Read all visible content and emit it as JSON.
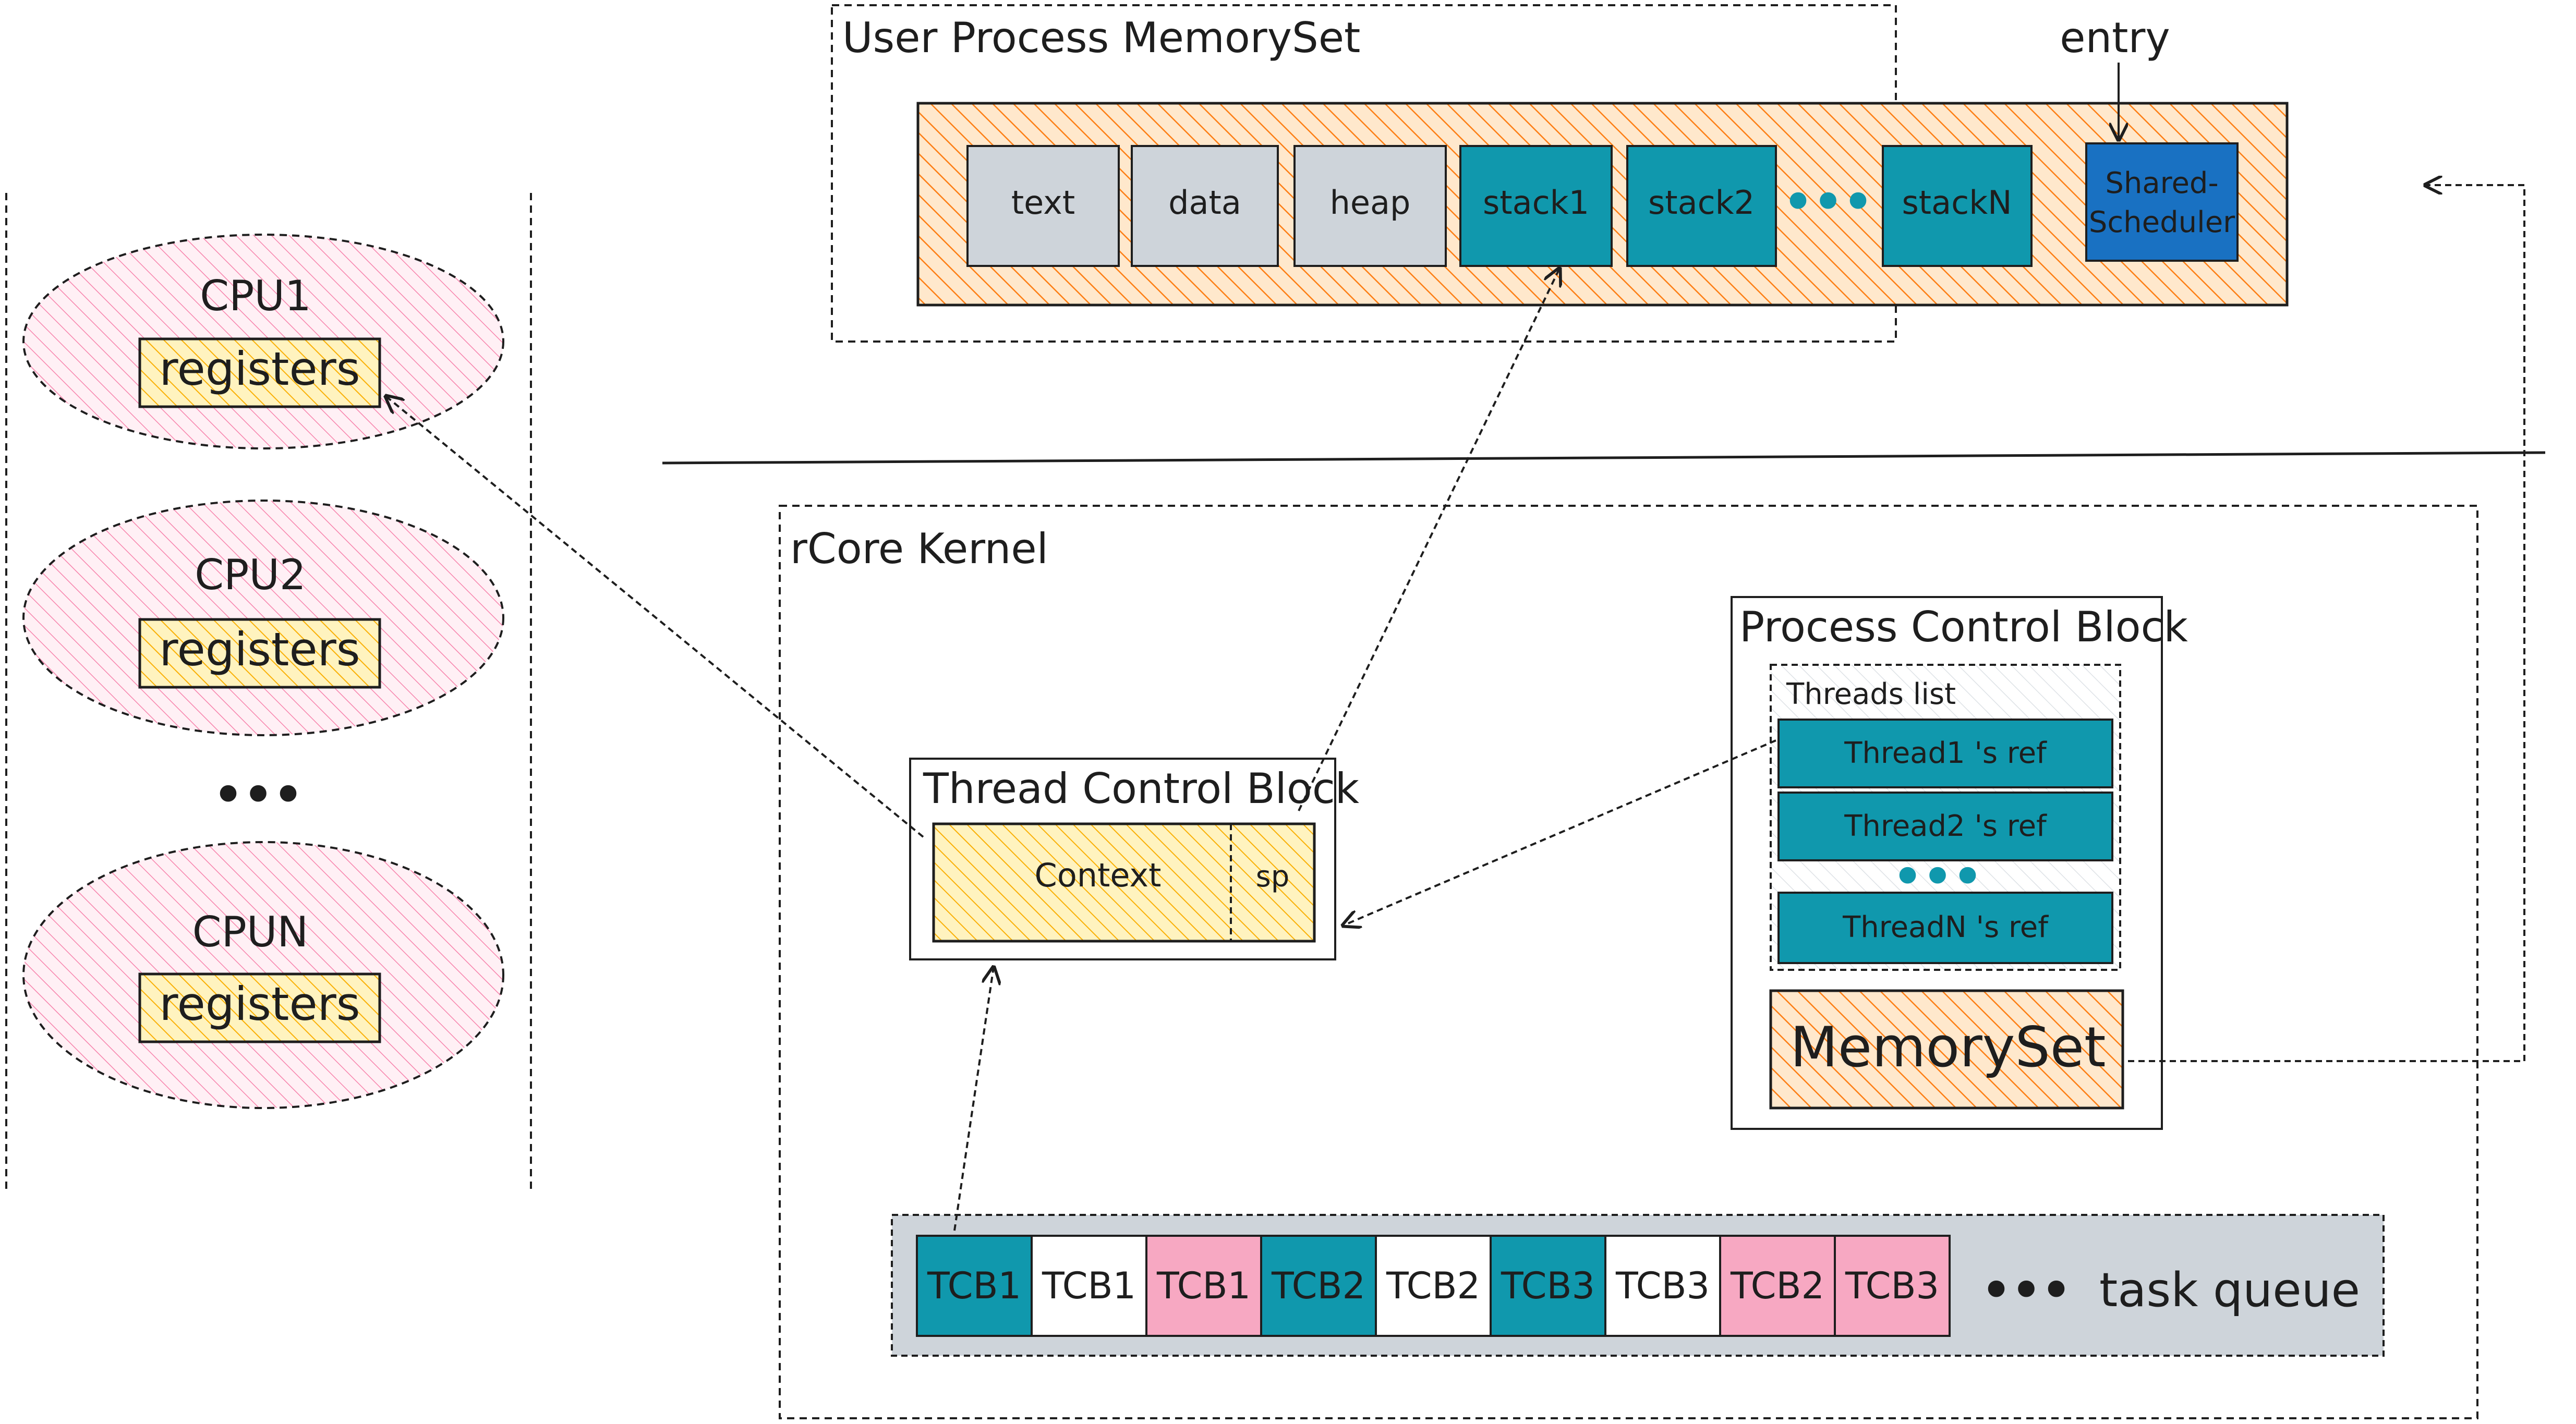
{
  "colors": {
    "grey_block": "#ced4da",
    "teal_block": "#1098ad",
    "blue_block": "#1971c2",
    "orange_hatch": "#fd7e14",
    "orange_bg": "#ffe8cc",
    "yellow_hatch": "#fab005",
    "yellow_bg": "#fff3bf",
    "pink_hatch": "#f783ac",
    "pink_block": "#f7a8c2",
    "queue_bg": "#ced4da",
    "stroke": "#1e1e1e"
  },
  "user_process": {
    "title": "User Process MemorySet",
    "entry_label": "entry",
    "segments": [
      "text",
      "data",
      "heap",
      "stack1",
      "stack2",
      "stackN"
    ],
    "ellipsis": "•••",
    "shared_scheduler_line1": "Shared-",
    "shared_scheduler_line2": "Scheduler"
  },
  "cpus": [
    {
      "name": "CPU1",
      "registers": "registers"
    },
    {
      "name": "CPU2",
      "registers": "registers"
    },
    {
      "name": "CPUN",
      "registers": "registers"
    }
  ],
  "cpu_ellipsis": "•••",
  "kernel": {
    "title": "rCore Kernel",
    "tcb": {
      "title": "Thread Control Block",
      "context": "Context",
      "sp": "sp"
    },
    "pcb": {
      "title": "Process Control Block",
      "threads_list": "Threads list",
      "thread_refs": [
        "Thread1 's ref",
        "Thread2 's ref",
        "ThreadN 's ref"
      ],
      "ellipsis": "•••",
      "memoryset": "MemorySet"
    },
    "task_queue": {
      "items": [
        {
          "label": "TCB1",
          "color": "teal"
        },
        {
          "label": "TCB1",
          "color": "white"
        },
        {
          "label": "TCB1",
          "color": "pink"
        },
        {
          "label": "TCB2",
          "color": "teal"
        },
        {
          "label": "TCB2",
          "color": "white"
        },
        {
          "label": "TCB3",
          "color": "teal"
        },
        {
          "label": "TCB3",
          "color": "white"
        },
        {
          "label": "TCB2",
          "color": "pink"
        },
        {
          "label": "TCB3",
          "color": "pink"
        }
      ],
      "ellipsis": "•••",
      "label": "task queue"
    }
  }
}
